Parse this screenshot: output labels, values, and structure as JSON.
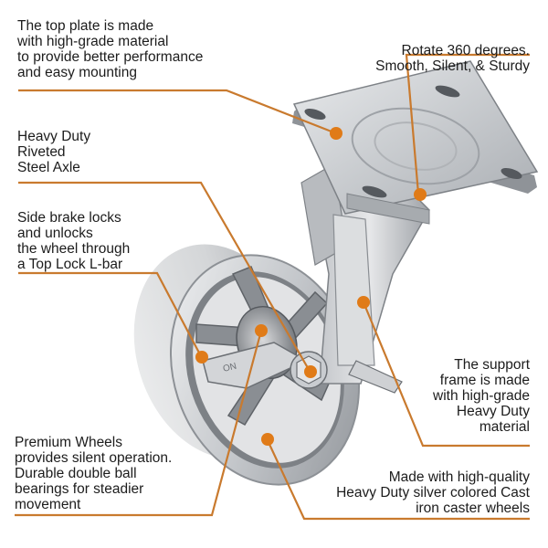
{
  "product": "Heavy duty swivel caster with side brake",
  "colors": {
    "accent": "#E07B18",
    "line": "#C97A2E",
    "text": "#1c1c1c",
    "metal": "#c9ccd0"
  },
  "callouts": [
    {
      "id": "top-plate",
      "text": "The top plate is made\nwith high-grade material\nto provide better performance\nand easy mounting"
    },
    {
      "id": "rotate",
      "text": "Rotate 360 degrees.\nSmooth, Silent, & Sturdy"
    },
    {
      "id": "axle",
      "text": "Heavy Duty\nRiveted\nSteel Axle"
    },
    {
      "id": "brake",
      "text": "Side brake locks\nand unlocks\nthe wheel through\na Top Lock L-bar"
    },
    {
      "id": "support-frame",
      "text": "The support\nframe is made\nwith high-grade\nHeavy Duty\nmaterial"
    },
    {
      "id": "wheels",
      "text": "Premium Wheels\nprovides silent operation.\nDurable double ball\nbearings for steadier\nmovement"
    },
    {
      "id": "cast-iron",
      "text": "Made with high-quality\nHeavy Duty silver colored Cast\niron caster wheels"
    }
  ],
  "brake_pedal_marking": "ON"
}
